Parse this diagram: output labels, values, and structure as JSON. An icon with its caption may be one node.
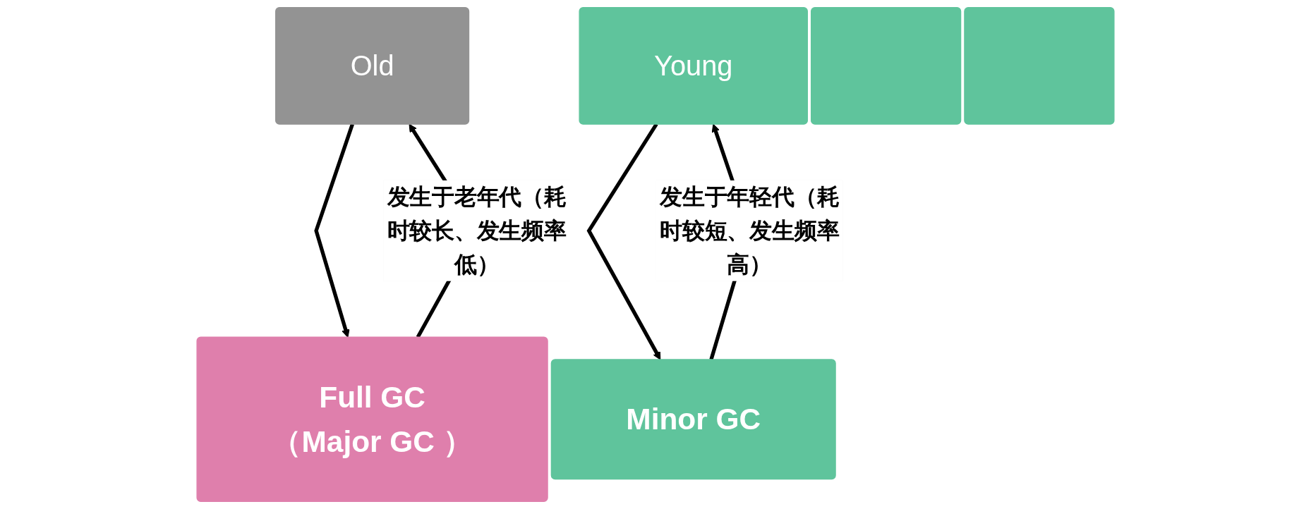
{
  "diagram": {
    "nodes": [
      {
        "text": [
          "Old"
        ]
      },
      {
        "text": [
          "Young"
        ]
      },
      {
        "text": [],
        "shape": "box"
      },
      {
        "text": [],
        "shape": "box"
      },
      {
        "text": [
          "Full GC",
          "（Major GC ）"
        ]
      },
      {
        "text": [
          "Minor GC"
        ]
      }
    ],
    "edges": [
      {
        "from": 4,
        "to": 0,
        "arrow": "to",
        "label": "发生于老年代（耗时较长、发生频率低）"
      },
      {
        "from": 0,
        "to": 4,
        "arrow": "to"
      },
      {
        "from": 5,
        "to": 1,
        "arrow": "to",
        "label": "发生于年轻代（耗时较短、发生频率高）"
      },
      {
        "from": 1,
        "to": 5,
        "arrow": "to"
      }
    ]
  }
}
